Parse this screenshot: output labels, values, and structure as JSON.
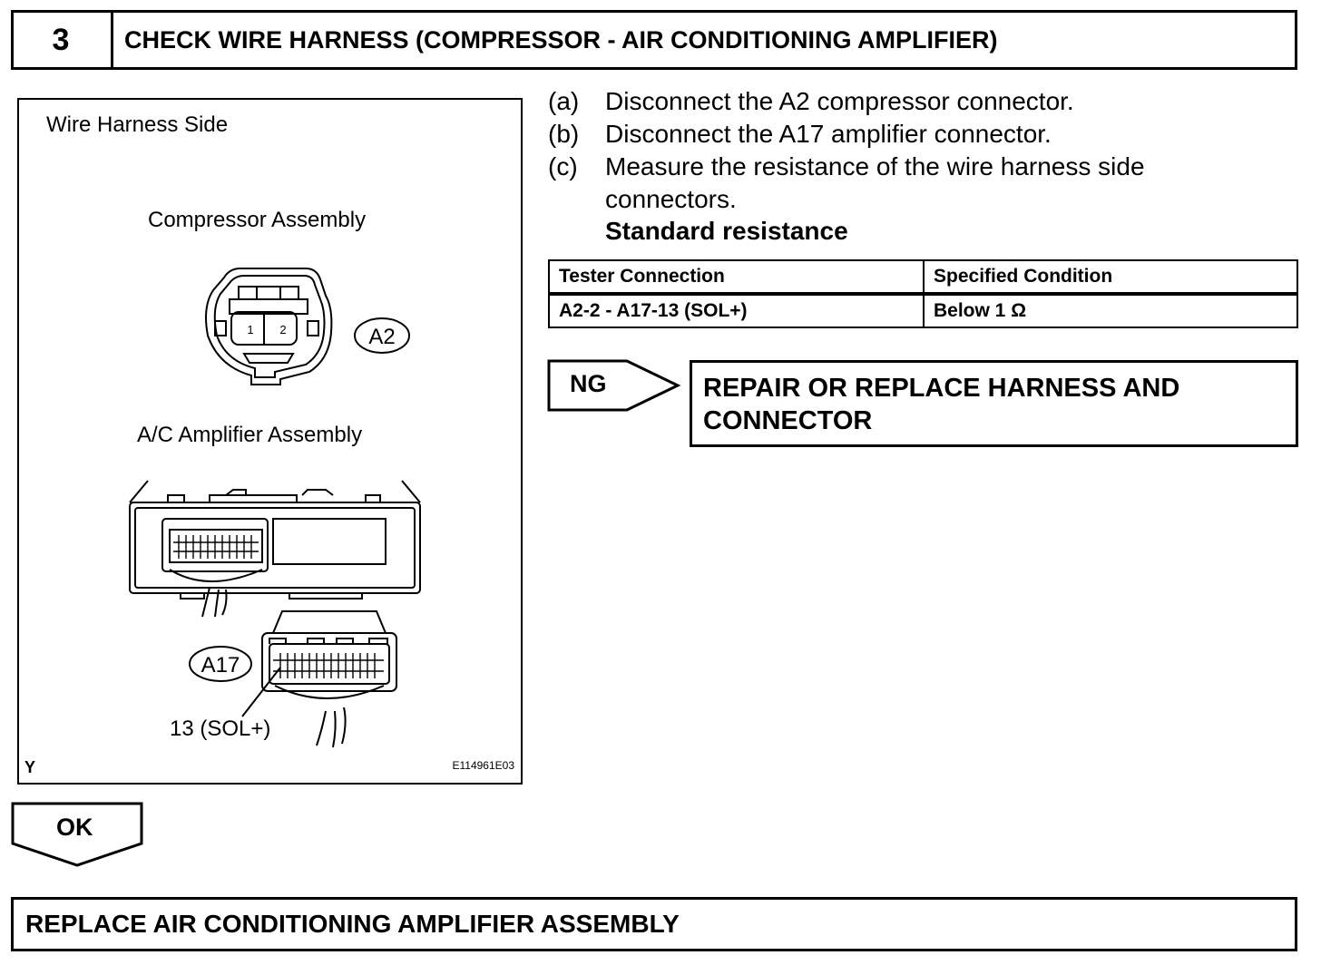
{
  "step": {
    "number": "3",
    "title": "CHECK WIRE HARNESS (COMPRESSOR - AIR CONDITIONING AMPLIFIER)"
  },
  "figure": {
    "side_label": "Wire Harness Side",
    "compressor_label": "Compressor Assembly",
    "compressor_connector": "A2",
    "compressor_pins": [
      "1",
      "2"
    ],
    "amplifier_label": "A/C Amplifier Assembly",
    "amplifier_connector": "A17",
    "pin_label": "13 (SOL+)",
    "corner_code": "Y",
    "figure_id": "E114961E03"
  },
  "instructions": [
    {
      "marker": "(a)",
      "text": "Disconnect the A2 compressor connector."
    },
    {
      "marker": "(b)",
      "text": "Disconnect the A17 amplifier connector."
    },
    {
      "marker": "(c)",
      "text": "Measure the resistance of the wire harness side",
      "text2": "connectors."
    }
  ],
  "standard_label": "Standard resistance",
  "table": {
    "headers": [
      "Tester Connection",
      "Specified Condition"
    ],
    "rows": [
      [
        "A2-2 - A17-13 (SOL+)",
        "Below 1 Ω"
      ]
    ]
  },
  "ng": {
    "label": "NG",
    "action_line1": "REPAIR OR REPLACE HARNESS AND",
    "action_line2": "CONNECTOR"
  },
  "ok": {
    "label": "OK"
  },
  "final_action": "REPLACE AIR CONDITIONING AMPLIFIER ASSEMBLY"
}
